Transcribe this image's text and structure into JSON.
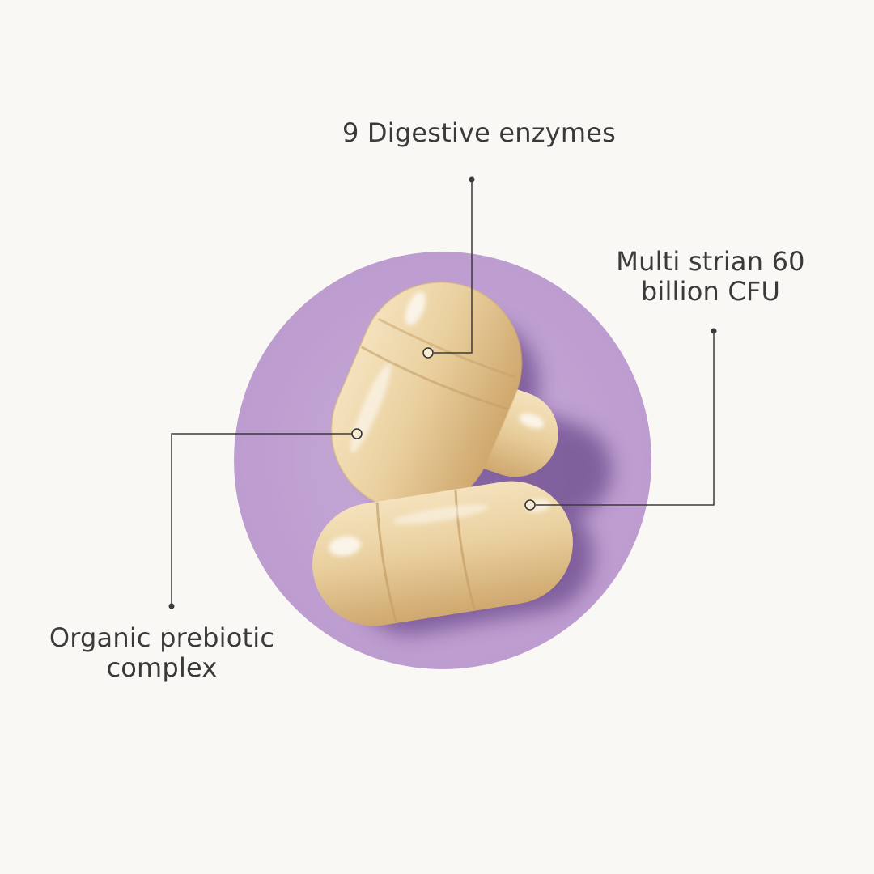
{
  "colors": {
    "background": "#faf8f5",
    "circle": "#c2a6d4",
    "capsule": "#e9cf9d",
    "capsule_shade": "#c9a46a",
    "shadow": "#54327a",
    "line": "#3a3a3a",
    "text": "#3a3a3a"
  },
  "callouts": {
    "enzymes": {
      "lines": [
        "9 Digestive enzymes"
      ]
    },
    "strain": {
      "lines": [
        "Multi strian 60",
        "billion CFU"
      ]
    },
    "prebiotic": {
      "lines": [
        "Organic prebiotic",
        "complex"
      ]
    }
  }
}
